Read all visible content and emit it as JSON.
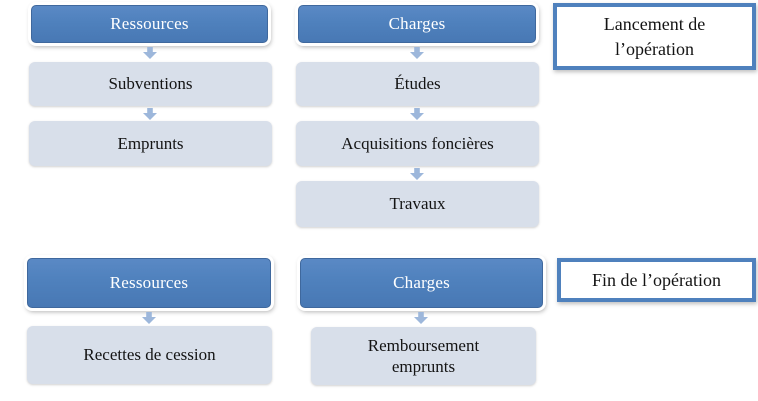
{
  "colors": {
    "header_fill": "#4f81bd",
    "header_border": "#3f689d",
    "header_text": "#ffffff",
    "item_fill": "#d8dfea",
    "item_text": "#141414",
    "label_border": "#4f81bd",
    "label_background": "#ffffff",
    "arrow": "#9db7db",
    "background": "#ffffff"
  },
  "sections": [
    {
      "label": "Lancement de l’opération",
      "columns": [
        {
          "header": "Ressources",
          "items": [
            "Subventions",
            "Emprunts"
          ]
        },
        {
          "header": "Charges",
          "items": [
            "Études",
            "Acquisitions foncières",
            "Travaux"
          ]
        }
      ]
    },
    {
      "label": "Fin de l’opération",
      "columns": [
        {
          "header": "Ressources",
          "items": [
            "Recettes de cession"
          ]
        },
        {
          "header": "Charges",
          "items": [
            "Remboursement emprunts"
          ]
        }
      ]
    }
  ]
}
